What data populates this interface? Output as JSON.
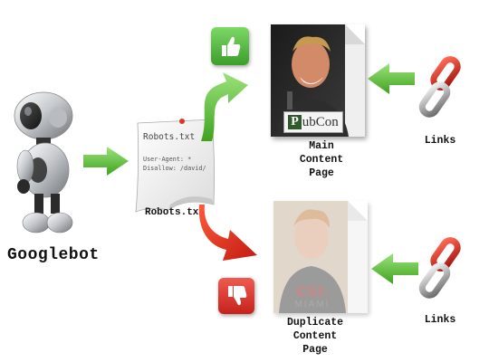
{
  "nodes": {
    "googlebot_label": "Googlebot",
    "robots_caption": "Robots.txt",
    "main_page_label": [
      "Main",
      "Content",
      "Page"
    ],
    "duplicate_page_label": [
      "Duplicate",
      "Content",
      "Page"
    ],
    "links_top_label": "Links",
    "links_bottom_label": "Links"
  },
  "robots_file": {
    "title": "Robots.txt",
    "line1": "User-Agent: *",
    "line2": "Disallow: /david/"
  },
  "main_photo": {
    "badge_letter": "P",
    "badge_text": "ubCon"
  },
  "duplicate_photo": {
    "badge_text": "CSI:",
    "badge_sub": "MIAMI"
  },
  "colors": {
    "green": "#5cc23a",
    "red": "#d62f22",
    "thumb_up_bg": "#5cb85c",
    "thumb_down_bg": "#d9322c"
  }
}
